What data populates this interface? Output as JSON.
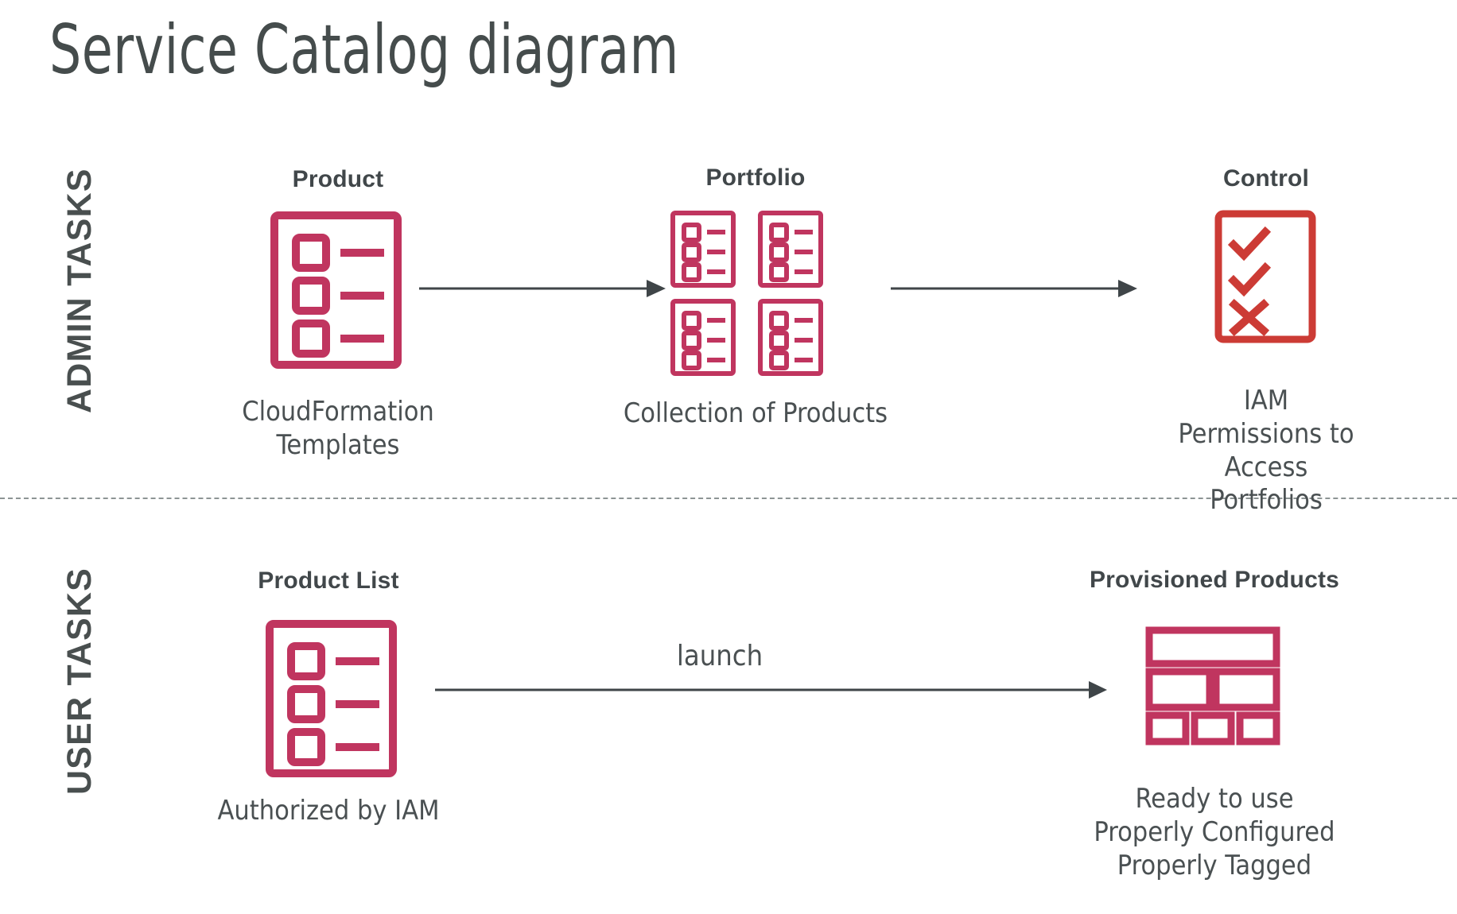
{
  "page": {
    "title": "Service Catalog diagram",
    "background": "#ffffff"
  },
  "colors": {
    "crimson": "#c0355f",
    "control_red": "#cc3b35",
    "text_dark": "#41474a",
    "text_body": "#4a5052",
    "arrow": "#3f4548",
    "divider": "#8d9494"
  },
  "bands": [
    {
      "id": "admin",
      "label": "ADMIN TASKS"
    },
    {
      "id": "user",
      "label": "USER TASKS"
    }
  ],
  "admin_row": {
    "nodes": [
      {
        "heading": "Product",
        "caption": "CloudFormation\nTemplates",
        "icon": "product-list-document-icon"
      },
      {
        "heading": "Portfolio",
        "caption": "Collection of Products",
        "icon": "portfolio-grid-icon"
      },
      {
        "heading": "Control",
        "caption": "IAM Permissions to\nAccess Portfolios",
        "icon": "checklist-control-icon"
      }
    ],
    "arrows": [
      {
        "name": "arrow-product-to-portfolio",
        "label": ""
      },
      {
        "name": "arrow-portfolio-to-control",
        "label": ""
      }
    ]
  },
  "user_row": {
    "nodes": [
      {
        "heading": "Product List",
        "caption": "Authorized by IAM",
        "icon": "product-list-document-icon"
      },
      {
        "heading": "Provisioned Products",
        "caption": "Ready to use\nProperly Configured\nProperly Tagged",
        "icon": "provisioned-blocks-icon"
      }
    ],
    "arrows": [
      {
        "name": "arrow-launch",
        "label": "launch"
      }
    ]
  }
}
